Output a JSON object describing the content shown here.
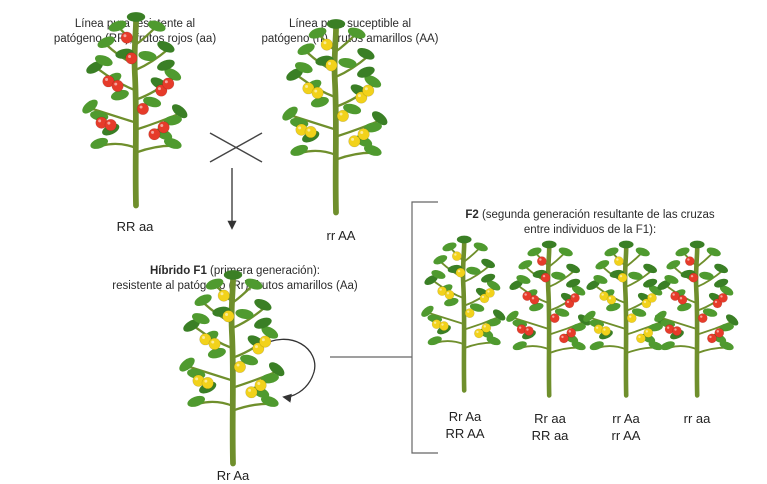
{
  "parent_resistant": {
    "line1": "Línea pura resistente al",
    "line2": "patógeno (RR), frutos rojos (aa)",
    "genotype": "RR aa"
  },
  "parent_susceptible": {
    "line1": "Línea pura suceptible  al",
    "line2": "patógeno (rr), frutos amarillos (AA)",
    "genotype": "rr AA"
  },
  "f1": {
    "title_bold": "Híbrido F1",
    "title_rest": " (primera generación):",
    "line2": "resistente al patógeno (Rr), frutos amarillos (Aa)",
    "genotype": "Rr Aa"
  },
  "f2": {
    "title_bold": "F2",
    "title_rest": " (segunda generación resultante de las cruzas",
    "line2": "entre individuos de la F1):",
    "plants": [
      {
        "fruit": "yellow",
        "line1": "Rr Aa",
        "line2": "RR AA"
      },
      {
        "fruit": "red",
        "line1": "Rr aa",
        "line2": "RR aa"
      },
      {
        "fruit": "yellow",
        "line1": "rr Aa",
        "line2": "rr AA"
      },
      {
        "fruit": "red",
        "line1": "rr aa",
        "line2": ""
      }
    ]
  },
  "colors": {
    "stem": "#6f8f2c",
    "leaf": "#4f9a2f",
    "leaf_dark": "#3a7f25",
    "red_fruit": "#e63b2a",
    "yellow_fruit": "#f2d21b",
    "line": "#555555"
  }
}
